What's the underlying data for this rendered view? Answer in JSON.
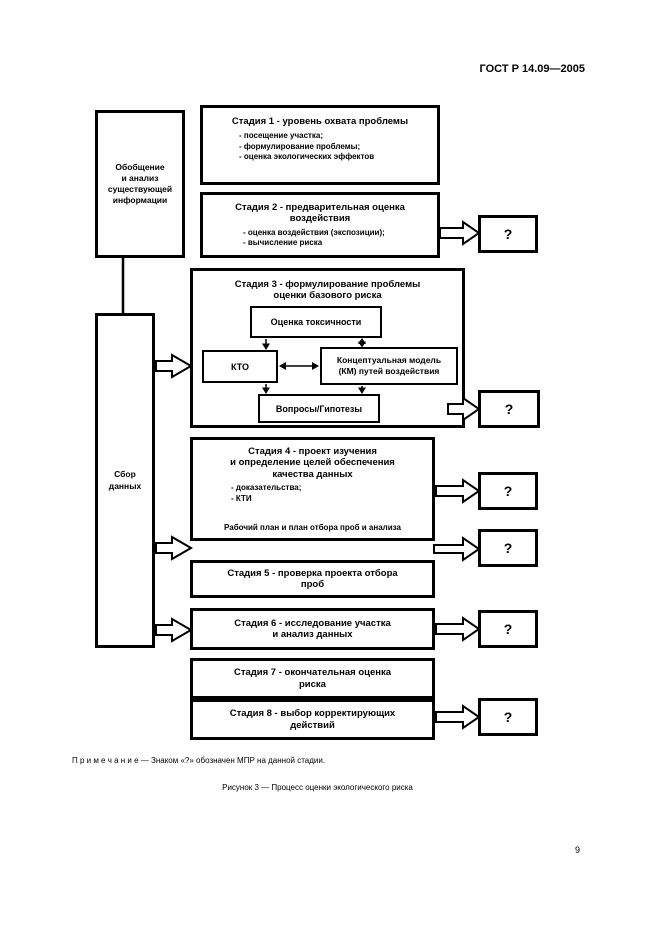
{
  "header": {
    "doc_code": "ГОСТ Р 14.09—2005"
  },
  "flowchart": {
    "summary_box": {
      "label": "Обобщение\nи анализ\nсуществующей\nинформации"
    },
    "data_collection_box": {
      "label": "Сбор\nданных"
    },
    "stage1": {
      "title": "Стадия 1 - уровень охвата проблемы",
      "bullets": [
        "- посещение участка;",
        "- формулирование проблемы;",
        "- оценка экологических эффектов"
      ]
    },
    "stage2": {
      "title": "Стадия 2 - предварительная оценка\nвоздействия",
      "bullets": [
        "- оценка воздействия (экспозиции);",
        "- вычисление риска"
      ]
    },
    "stage3": {
      "title": "Стадия 3 - формулирование проблемы\nоценки базового риска",
      "toxicity_box": "Оценка токсичности",
      "kto_box": "КТО",
      "model_box": "Концептуальная модель\n(КМ) путей воздействия",
      "questions_box": "Вопросы/Гипотезы"
    },
    "stage4": {
      "title": "Стадия 4 - проект изучения\nи определение целей обеспечения\nкачества данных",
      "bullets": [
        "- доказательства;",
        "- КТИ"
      ],
      "footer": "Рабочий план и план отбора проб и анализа"
    },
    "stage5": {
      "title": "Стадия 5 - проверка проекта отбора\nпроб"
    },
    "stage6": {
      "title": "Стадия 6 - исследование участка\nи анализ данных"
    },
    "stage7": {
      "title": "Стадия 7 - окончательная оценка\nриска"
    },
    "stage8": {
      "title": "Стадия 8 - выбор корректирующих\nдействий"
    },
    "question_mark": "?"
  },
  "footer": {
    "note": "П р и м е ч а н и е — Знаком «?» обозначен МПР на данной стадии.",
    "caption": "Рисунок 3 — Процесс оценки экологического риска",
    "page_number": "9"
  }
}
